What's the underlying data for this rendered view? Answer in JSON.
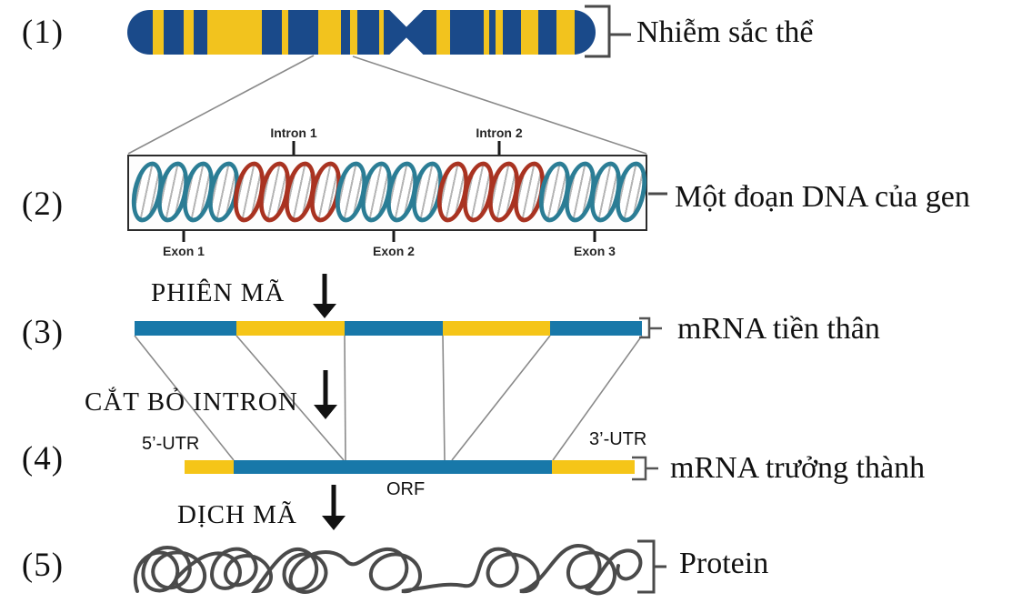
{
  "steps": [
    {
      "number": "(1)",
      "label": "Nhiễm sắc thể"
    },
    {
      "number": "(2)",
      "label": "Một đoạn DNA của gen"
    },
    {
      "number": "(3)",
      "label": "mRNA tiền thân"
    },
    {
      "number": "(4)",
      "label": "mRNA trưởng thành"
    },
    {
      "number": "(5)",
      "label": "Protein"
    }
  ],
  "processes": [
    {
      "label": "PHIÊN MÃ"
    },
    {
      "label": "CẮT BỎ INTRON"
    },
    {
      "label": "DỊCH MÃ"
    }
  ],
  "dna": {
    "introns": [
      "Intron 1",
      "Intron 2"
    ],
    "exons": [
      "Exon 1",
      "Exon 2",
      "Exon 3"
    ]
  },
  "mature_mrna": {
    "five_utr": "5’-UTR",
    "orf": "ORF",
    "three_utr": "3’-UTR"
  },
  "colors": {
    "chromosome_yellow": "#F2C31E",
    "chromosome_blue": "#1A4A8A",
    "mrna_blue": "#1878A9",
    "mrna_yellow": "#F5C518",
    "exon_coil_teal": "#2B7D95",
    "intron_coil_red": "#A93321",
    "connector_gray": "#8A8A8A",
    "ink_black": "#111111"
  }
}
